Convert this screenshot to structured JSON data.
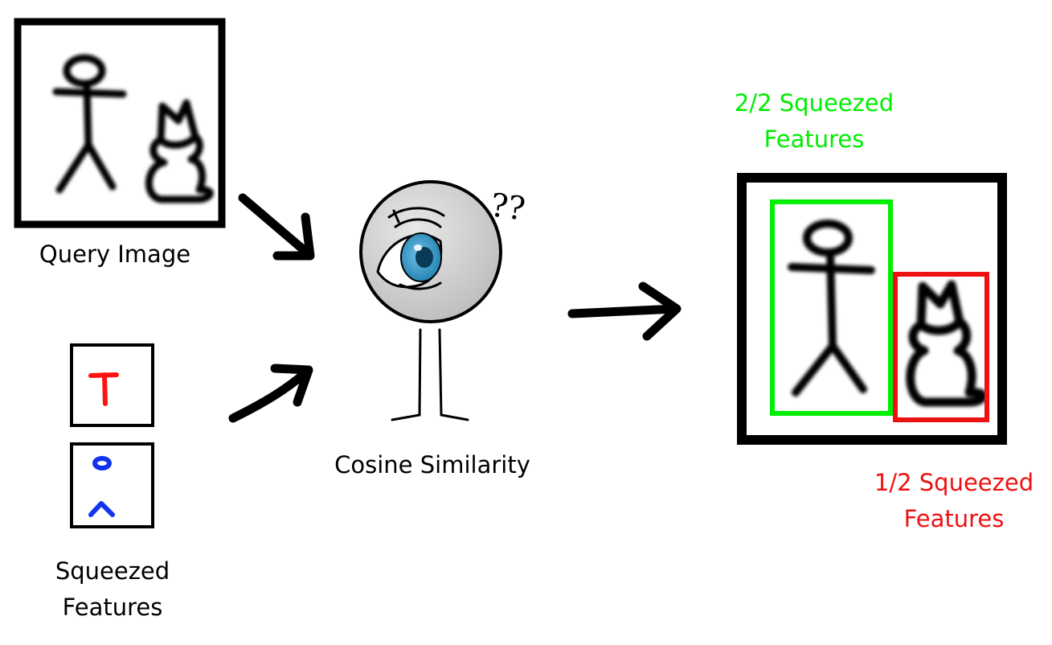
{
  "labels": {
    "query_image": "Query Image",
    "cosine_similarity": "Cosine Similarity",
    "squeezed_features": [
      "Squeezed",
      "Features"
    ],
    "match_full": [
      "2/2 Squeezed",
      "Features"
    ],
    "match_partial": [
      "1/2 Squeezed",
      "Features"
    ]
  },
  "character": {
    "thought_marks": "??"
  },
  "colors": {
    "full_match": "#00ee00",
    "partial_match": "#ee1111",
    "feature_red": "#ff1111",
    "feature_blue": "#1133ee",
    "eye_iris": "#3aa0cc",
    "head_fill": "#d0d0d0"
  },
  "icons": {
    "stick_figure": "stick-figure-icon",
    "cat": "cat-icon",
    "eye": "eye-icon"
  }
}
